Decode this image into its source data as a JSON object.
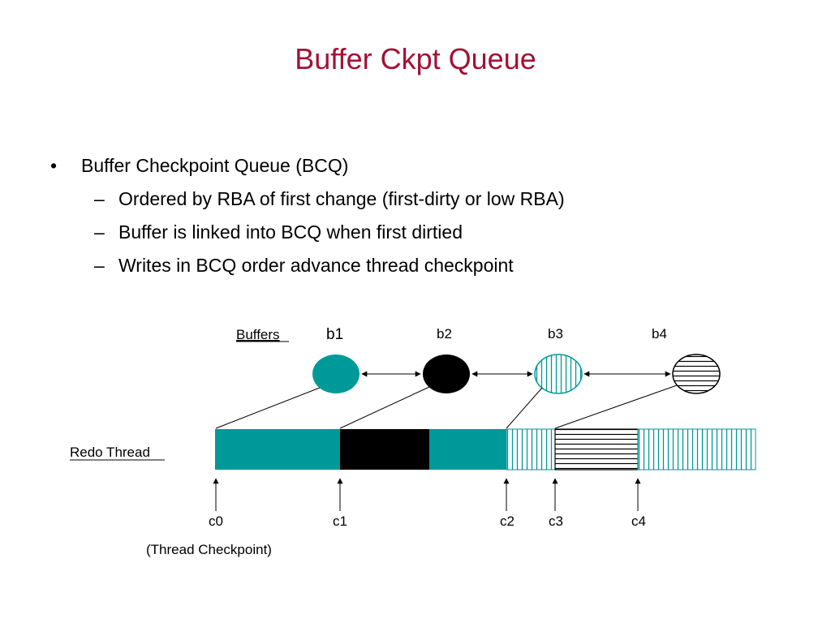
{
  "slide": {
    "title": "Buffer Ckpt Queue",
    "bullet": "Buffer Checkpoint Queue (BCQ)",
    "bullet_marker": "•",
    "sub_marker": "–",
    "sub_bullets": [
      "Ordered by RBA of first change (first-dirty or low RBA)",
      "Buffer is linked into BCQ when first dirtied",
      "Writes in BCQ order advance thread checkpoint"
    ]
  },
  "diagram": {
    "buffers_label": "Buffers",
    "redo_label": "Redo Thread",
    "thread_checkpoint_label": "(Thread Checkpoint)",
    "buffers": [
      {
        "label": "b1",
        "fill": "teal-solid"
      },
      {
        "label": "b2",
        "fill": "black-solid"
      },
      {
        "label": "b3",
        "fill": "teal-vertical-stripes"
      },
      {
        "label": "b4",
        "fill": "black-horizontal-stripes"
      }
    ],
    "redo_segments": [
      {
        "fill": "teal-solid"
      },
      {
        "fill": "black-solid"
      },
      {
        "fill": "teal-solid"
      },
      {
        "fill": "teal-vertical-stripes"
      },
      {
        "fill": "black-horizontal-stripes"
      },
      {
        "fill": "teal-vertical-stripes"
      }
    ],
    "checkpoints": [
      "c0",
      "c1",
      "c2",
      "c3",
      "c4"
    ],
    "colors": {
      "teal": "#009999",
      "black": "#000000",
      "title": "#a31035"
    }
  }
}
